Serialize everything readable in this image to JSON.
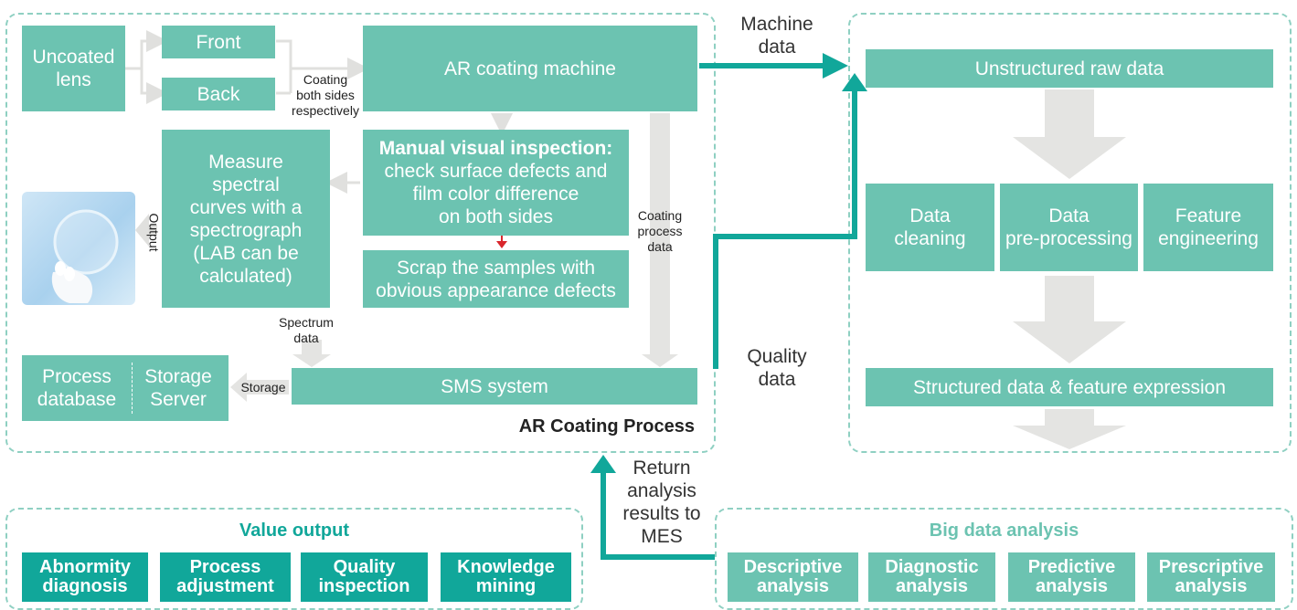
{
  "coating": {
    "uncoated_lens": "Uncoated\nlens",
    "front": "Front",
    "back": "Back",
    "coating_both_sides": "Coating\nboth sides\nrespectively",
    "ar_machine": "AR coating machine",
    "manual_title": "Manual visual inspection:",
    "manual_text": "check surface defects and\nfilm color difference\non both sides",
    "scrap": "Scrap the samples with\nobvious appearance defects",
    "measure": "Measure\nspectral\ncurves with a\nspectrograph\n(LAB can be\ncalculated)",
    "output": "Output",
    "coating_process_data": "Coating\nprocess\ndata",
    "spectrum_data": "Spectrum\ndata",
    "process_database": "Process\ndatabase",
    "storage_server": "Storage\nServer",
    "storage": "Storage",
    "sms": "SMS system",
    "panel_title": "AR Coating Process"
  },
  "flows": {
    "machine_data": "Machine\ndata",
    "quality_data": "Quality\ndata",
    "return_results": "Return\nanalysis\nresults to\nMES"
  },
  "pipeline": {
    "unstructured": "Unstructured raw data",
    "cleaning": "Data\ncleaning",
    "preprocessing": "Data\npre-processing",
    "feature": "Feature\nengineering",
    "structured": "Structured data & feature expression"
  },
  "value_output": {
    "title": "Value output",
    "items": [
      "Abnormity\ndiagnosis",
      "Process\nadjustment",
      "Quality\ninspection",
      "Knowledge\nmining"
    ]
  },
  "big_data": {
    "title": "Big data analysis",
    "items": [
      "Descriptive\nanalysis",
      "Diagnostic\nanalysis",
      "Predictive\nanalysis",
      "Prescriptive\nanalysis"
    ]
  },
  "colors": {
    "teal_dark": "#11a79a",
    "teal_light": "#6cc3b1",
    "arrow_grey": "#e4e4e2",
    "red_arrow": "#d9262c"
  }
}
